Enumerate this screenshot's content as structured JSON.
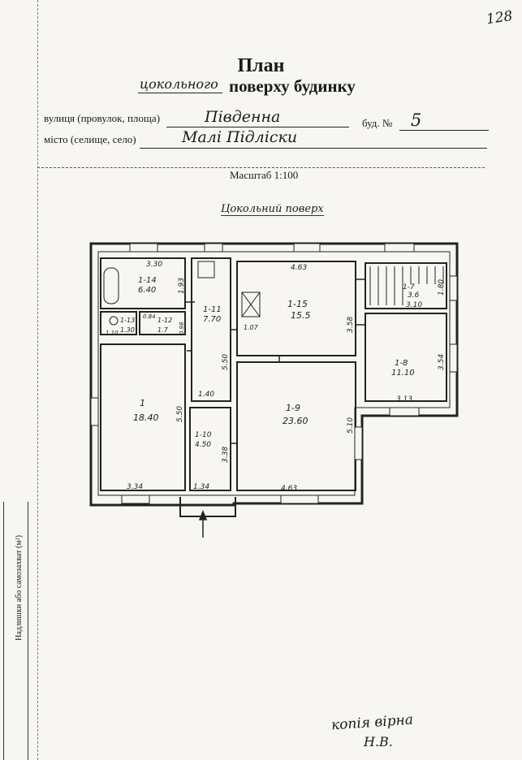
{
  "page_number": "128",
  "heading": {
    "title": "План",
    "floor_handwritten": "цокольного",
    "title_rest": "поверху будинку"
  },
  "address": {
    "street_label": "вулиця (провулок, площа)",
    "street_value": "Південна",
    "building_label": "буд. №",
    "building_value": "5",
    "city_label": "місто (селище, село)",
    "city_value": "Малі Підліски"
  },
  "scale": "Масштаб 1:100",
  "floor_caption": "Цокольний поверх",
  "rooms": [
    {
      "id": "1-14",
      "area": "6.40"
    },
    {
      "id": "1-11",
      "area": "7.70"
    },
    {
      "id": "1-15",
      "area": "15.5"
    },
    {
      "id": "1-7",
      "area": "3.6"
    },
    {
      "id": "1-13",
      "area": "1.30"
    },
    {
      "id": "1-12",
      "area": "1.7"
    },
    {
      "id": "1-8",
      "area": "11.10"
    },
    {
      "id": "1",
      "area": "18.40"
    },
    {
      "id": "1-9",
      "area": "23.60"
    },
    {
      "id": "1-10",
      "area": "4.50"
    }
  ],
  "dimensions": [
    "3.30",
    "1.93",
    "4.63",
    "3.58",
    "1.80",
    "3.10",
    "1.07",
    "5.50",
    "3.54",
    "1.40",
    "5.10",
    "3.13",
    "3.38",
    "3.34",
    "1.34",
    "4.63",
    "1.10",
    "0.84",
    "0.98"
  ],
  "side_stamp": "Надлишки або самозахват (м²)",
  "footer": {
    "certification": "копія вірна",
    "signature": "Н.В."
  }
}
